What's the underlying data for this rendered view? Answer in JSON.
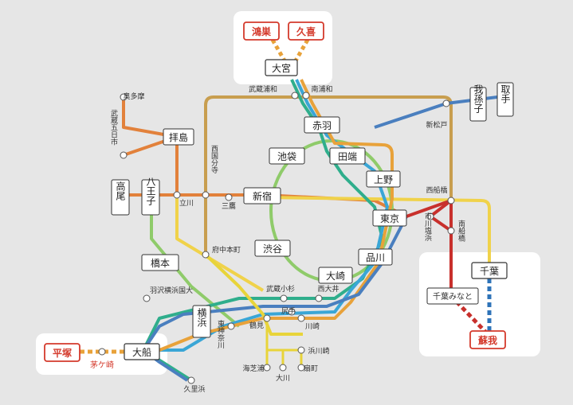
{
  "colors": {
    "background": "#e6e6e6",
    "yamanote": "#8fcb6a",
    "keihin_tohoku": "#3aa6d6",
    "saikyo": "#2fae8c",
    "chuo": "#e2813b",
    "chuo_sobu": "#f0d24a",
    "musashino": "#c89e4f",
    "tokaido": "#e8a23a",
    "yokosuka": "#4a7fbf",
    "joban": "#4f8fcf",
    "nambu": "#e8d43a",
    "keiyo": "#c8302c",
    "tsurumi": "#e8d43a",
    "station_red": "#d43a2c"
  },
  "stations": {
    "konosu": "鴻巣",
    "kuki": "久喜",
    "omiya": "大宮",
    "musashi_urawa": "武蔵浦和",
    "minami_urawa": "南浦和",
    "akabane": "赤羽",
    "ikebukuro": "池袋",
    "tabata": "田端",
    "ueno": "上野",
    "abiko": "我孫子",
    "toride": "取手",
    "shin_matsudo": "新松戸",
    "okutama": "奥多摩",
    "musashi_itsukaichi": "武蔵五日市",
    "haijima": "拝島",
    "nishi_kokubunji": "西国分寺",
    "takao": "高尾",
    "hachioji": "八王子",
    "tachikawa": "立川",
    "mitaka": "三鷹",
    "shinjuku": "新宿",
    "nishi_funabashi": "西船橋",
    "tokyo": "東京",
    "ichikawa_shiohama": "市川塩浜",
    "minami_funabashi": "南船橋",
    "chiba": "千葉",
    "hashimoto": "橋本",
    "fuchu_hommachi": "府中本町",
    "shibuya": "渋谷",
    "osaki": "大崎",
    "shinagawa": "品川",
    "hachioji_label": "八王子",
    "hazawa": "羽沢横浜国大",
    "musashi_kosugi": "武蔵小杉",
    "nishi_oi": "西大井",
    "chiba_minato": "千葉みなと",
    "soga": "蘇我",
    "yokohama": "横浜",
    "shiriteu": "尻手",
    "tsurumi": "鶴見",
    "kawasaki": "川崎",
    "higashi_kanagawa": "東神奈川",
    "hama_kawasaki": "浜川崎",
    "umi_shibaura": "海芝浦",
    "okawa": "大川",
    "ogimachi": "扇町",
    "hiratsuka": "平塚",
    "ofuna": "大船",
    "chigasaki": "茅ケ崎",
    "kurihama": "久里浜"
  }
}
